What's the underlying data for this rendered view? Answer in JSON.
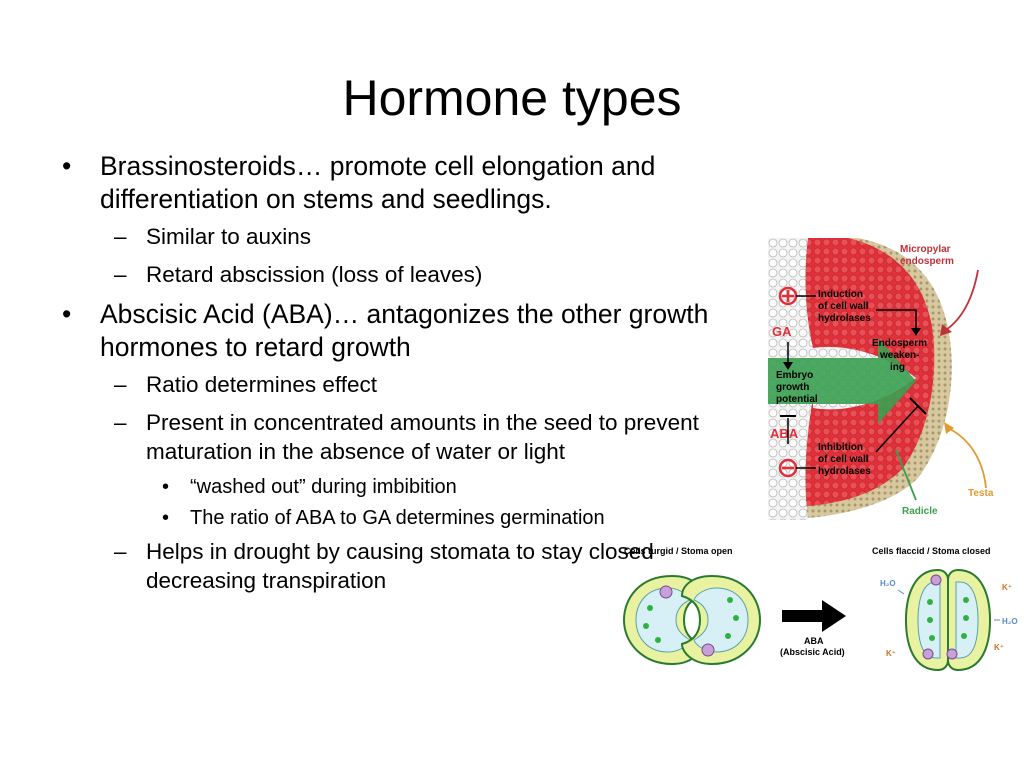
{
  "title": "Hormone types",
  "bullets": {
    "b1": "Brassinosteroids… promote cell elongation and differentiation on stems and seedlings.",
    "b1_1": "Similar to auxins",
    "b1_2": "Retard abscission (loss of leaves)",
    "b2": "Abscisic Acid (ABA)… antagonizes the other growth hormones  to retard growth",
    "b2_1": "Ratio determines effect",
    "b2_2": "Present in concentrated amounts in the seed to prevent maturation in the absence of water or light",
    "b2_2_1": "“washed out” during imbibition",
    "b2_2_2": "The ratio of ABA to GA determines germination",
    "b2_3": "Helps in drought by causing stomata to stay closed decreasing transpiration"
  },
  "markers": {
    "level1": "•",
    "level2": "–",
    "level3": "•"
  },
  "figure_seed": {
    "micropylar_1": "Micropylar",
    "micropylar_2": "endosperm",
    "induction_1": "Induction",
    "induction_2": "of cell wall",
    "induction_3": "hydrolases",
    "ga": "GA",
    "endosperm_1": "Endosperm",
    "endosperm_2": "weaken-",
    "endosperm_3": "ing",
    "embryo_1": "Embryo",
    "embryo_2": "growth",
    "embryo_3": "potential",
    "aba": "ABA",
    "inhibition_1": "Inhibition",
    "inhibition_2": "of cell wall",
    "inhibition_3": "hydrolases",
    "testa": "Testa",
    "radicle": "Radicle"
  },
  "figure_stoma": {
    "open_label": "Cells turgid / Stoma open",
    "closed_label": "Cells flaccid / Stoma closed",
    "aba_1": "ABA",
    "aba_2": "(Abscisic Acid)",
    "h2o": "H₂O",
    "k": "K⁺"
  },
  "colors": {
    "red": "#e0303a",
    "green": "#3aa050",
    "cell_fill": "#d7f0f5",
    "guard_fill": "#e8f2a0",
    "testa": "#e09a30"
  }
}
